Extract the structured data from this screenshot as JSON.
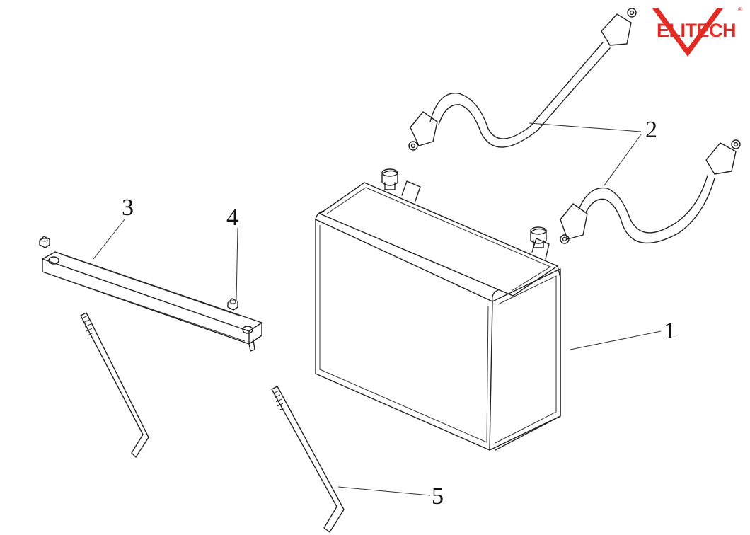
{
  "brand": {
    "name": "ELITECH",
    "trademark": "®",
    "color": "#e22a25"
  },
  "callouts": [
    {
      "id": "battery",
      "label": "1"
    },
    {
      "id": "cables",
      "label": "2"
    },
    {
      "id": "hold-down-bar",
      "label": "3"
    },
    {
      "id": "nut",
      "label": "4"
    },
    {
      "id": "j-bolt",
      "label": "5"
    }
  ]
}
